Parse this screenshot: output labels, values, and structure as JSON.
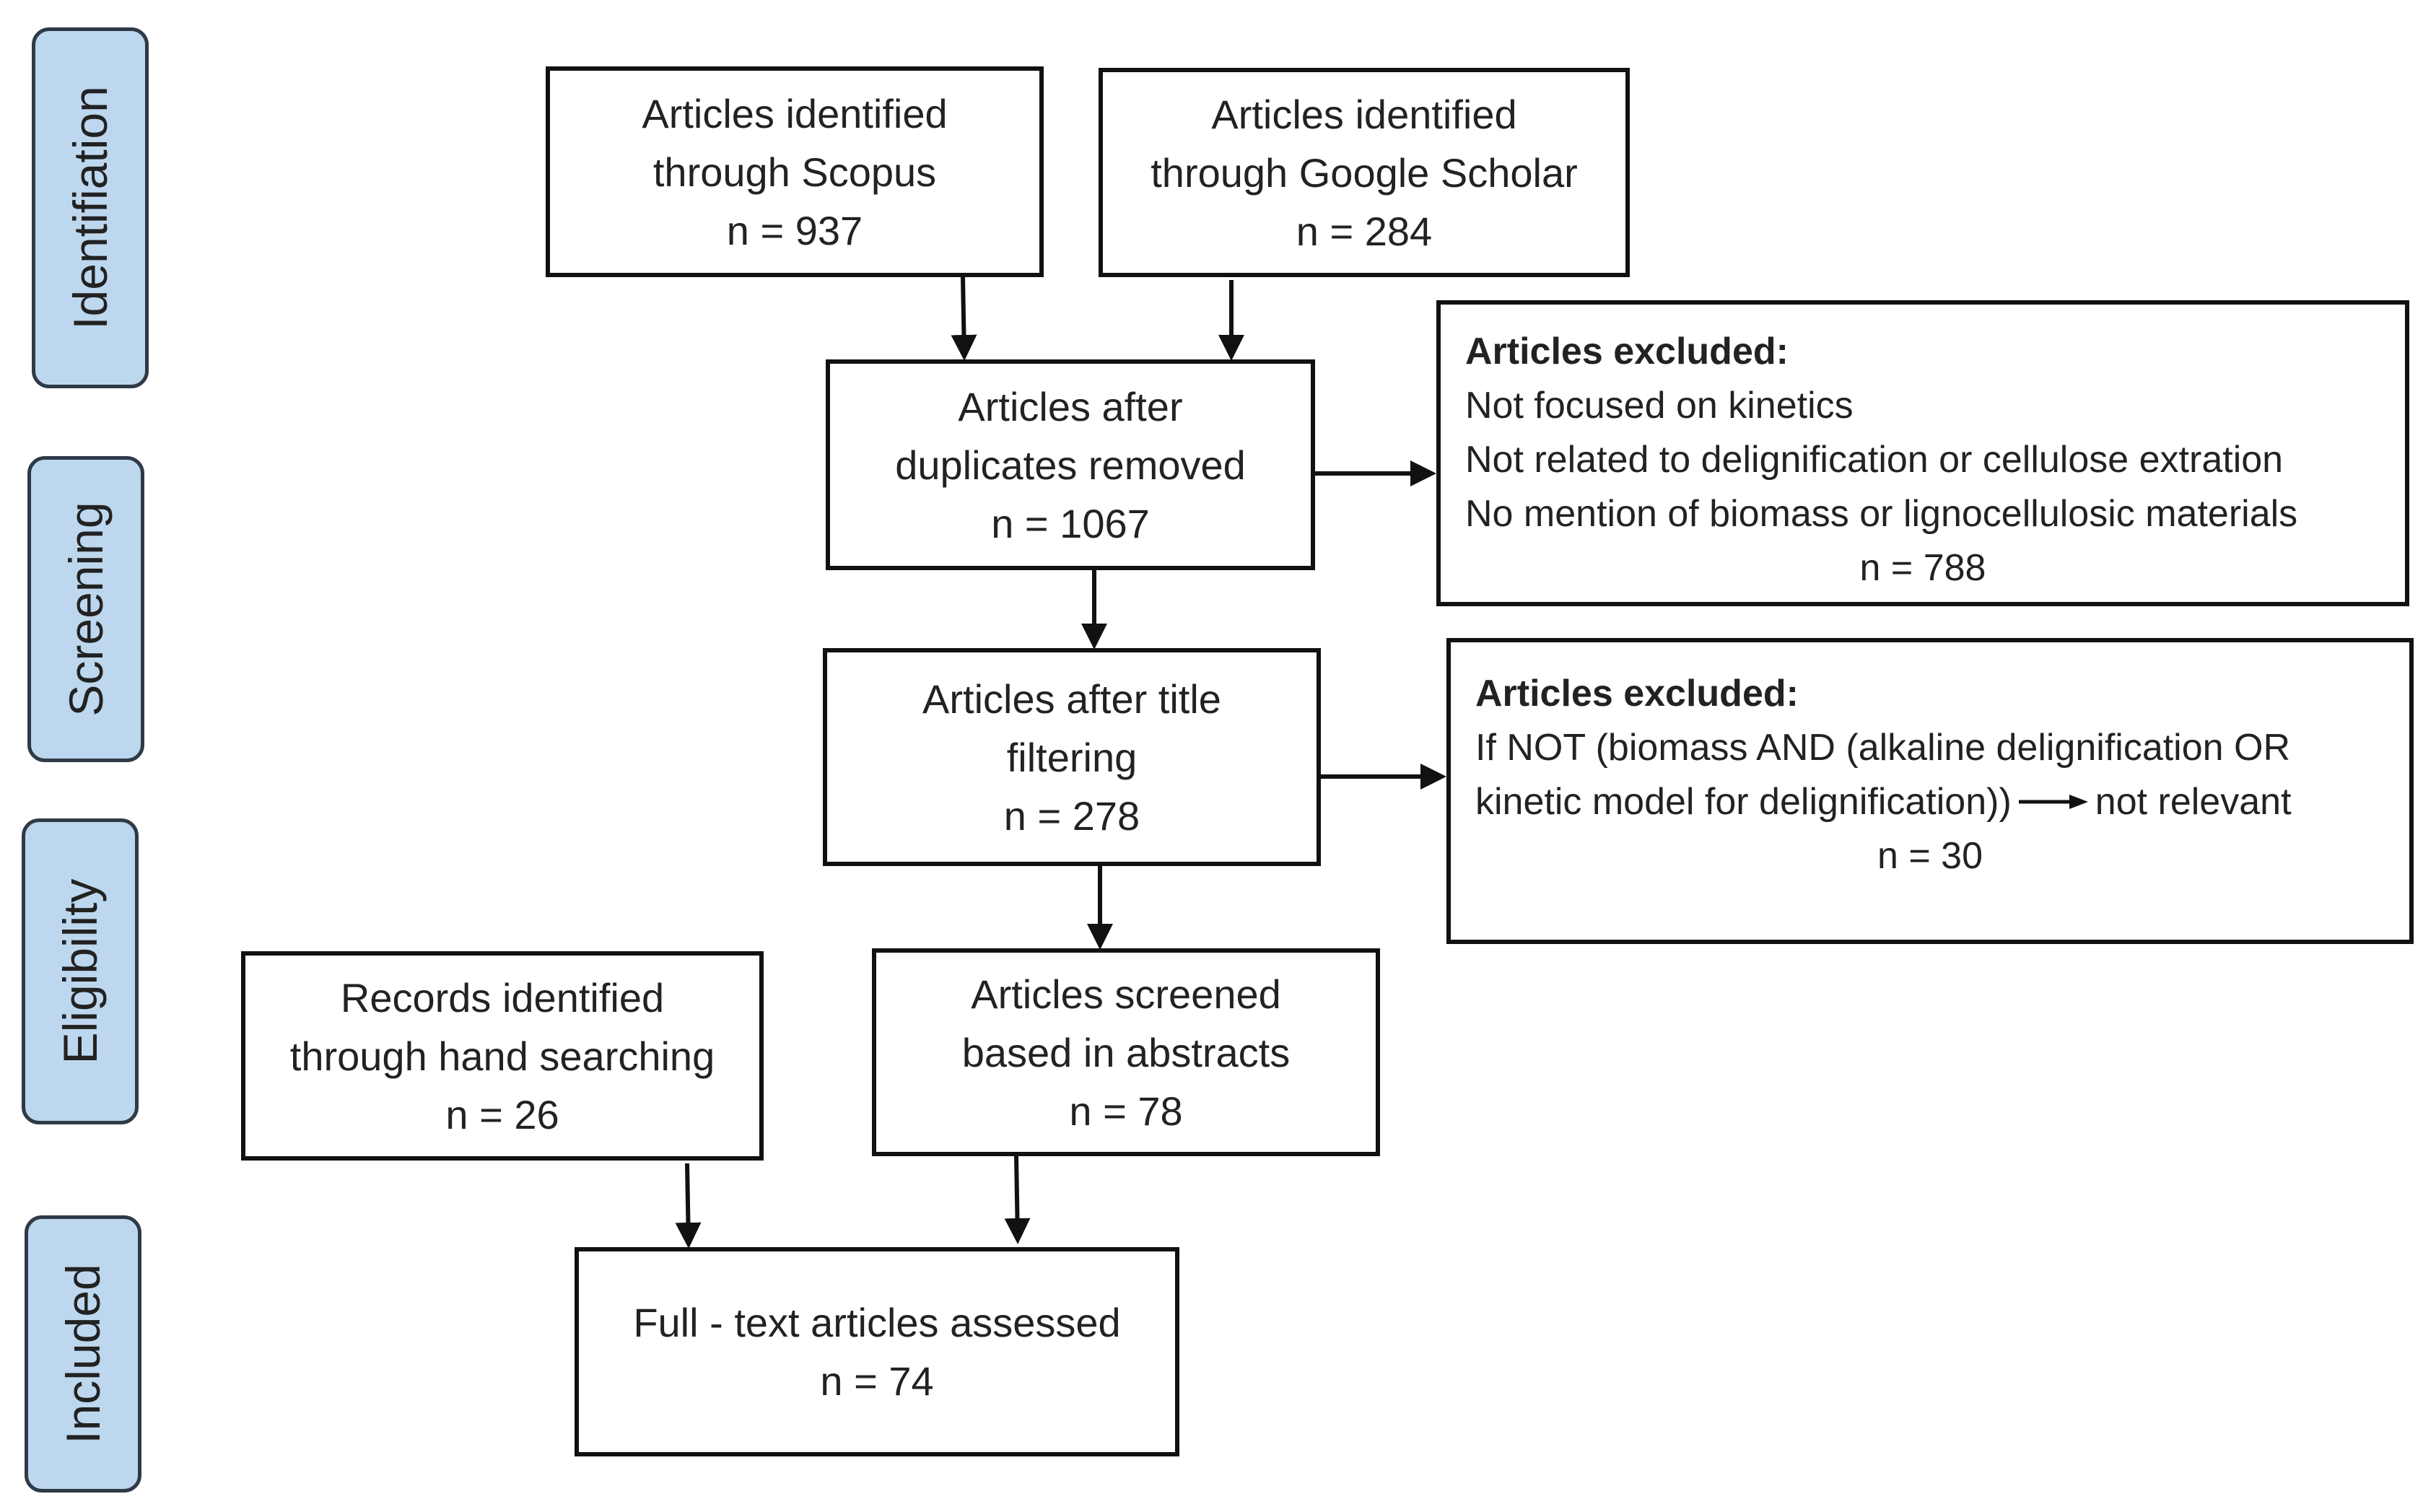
{
  "stages": [
    "Identifiation",
    "Screening",
    "Eligibility",
    "Included"
  ],
  "boxes": {
    "scopus": [
      "Articles identified",
      "through Scopus",
      "n = 937"
    ],
    "scholar": [
      "Articles identified",
      "through Google Scholar",
      "n = 284"
    ],
    "duplicates": [
      "Articles after",
      "duplicates removed",
      "n = 1067"
    ],
    "title": [
      "Articles after title",
      "filtering",
      "n = 278"
    ],
    "abstracts": [
      "Articles screened",
      "based in abstracts",
      "n = 78"
    ],
    "hand": [
      "Records identified",
      "through hand searching",
      "n = 26"
    ],
    "fulltext": [
      "Full - text articles assessed",
      "n = 74"
    ]
  },
  "excluded1": {
    "heading": "Articles excluded:",
    "lines": [
      "Not focused on kinetics",
      "Not related to delignification or cellulose extration",
      "No mention of biomass or lignocellulosic materials"
    ],
    "n": "n = 788"
  },
  "excluded2": {
    "heading": "Articles excluded:",
    "line1": "If NOT (biomass AND (alkaline delignification OR",
    "line2_before": "kinetic model for delignification))",
    "line2_after": "not relevant",
    "n": "n = 30"
  }
}
